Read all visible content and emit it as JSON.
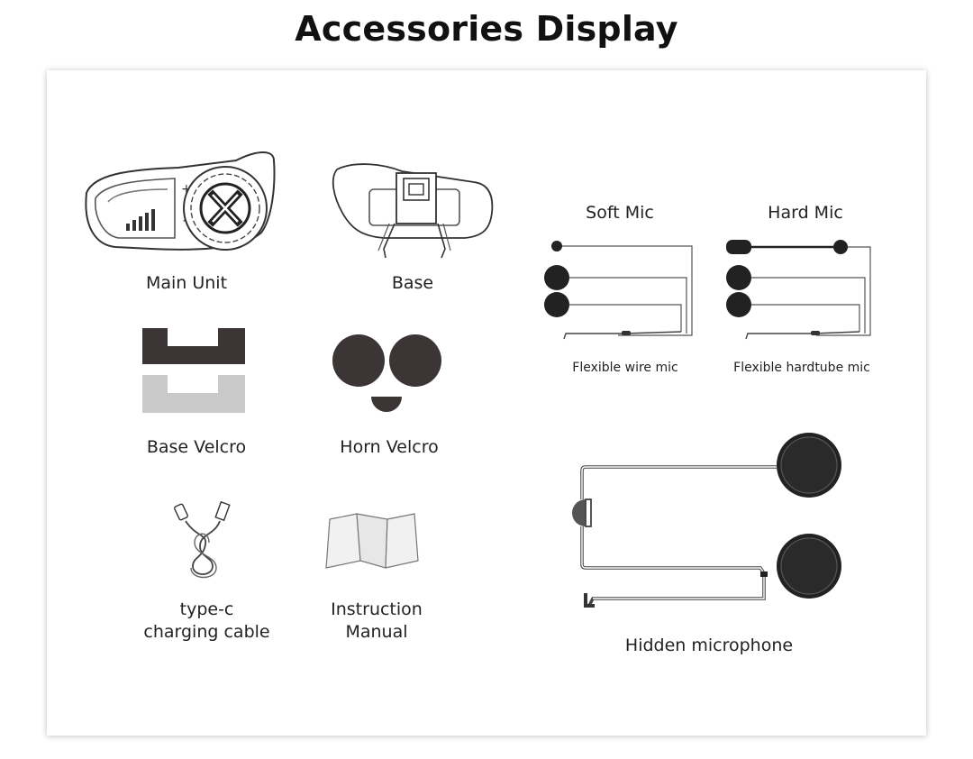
{
  "title": "Accessories Display",
  "items": [
    {
      "id": "main_unit",
      "label": "Main Unit",
      "icon": "intercom-main-unit-icon"
    },
    {
      "id": "base",
      "label": "Base",
      "icon": "mounting-base-icon"
    },
    {
      "id": "base_velcro",
      "label": "Base Velcro",
      "icon": "base-velcro-icon"
    },
    {
      "id": "horn_velcro",
      "label": "Horn Velcro",
      "icon": "horn-velcro-icon"
    },
    {
      "id": "cable",
      "label_line1": "type-c",
      "label_line2": "charging cable",
      "icon": "usb-cable-icon"
    },
    {
      "id": "manual",
      "label_line1": "Instruction",
      "label_line2": "Manual",
      "icon": "folded-manual-icon"
    }
  ],
  "mics": {
    "soft": {
      "heading": "Soft Mic",
      "caption": "Flexible wire mic"
    },
    "hard": {
      "heading": "Hard Mic",
      "caption": "Flexible hardtube mic"
    },
    "hidden": {
      "caption": "Hidden microphone"
    }
  }
}
